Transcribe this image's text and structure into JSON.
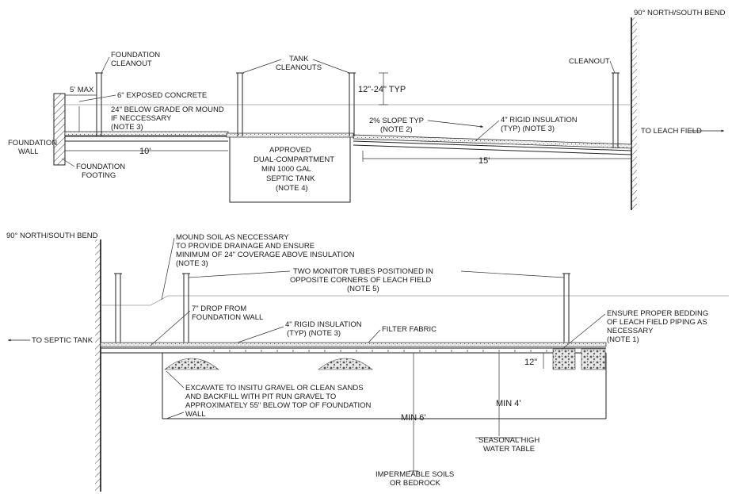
{
  "top_section": {
    "bend_label": "90° NORTH/SOUTH BEND",
    "foundation_cleanout": [
      "FOUNDATION",
      "CLEANOUT"
    ],
    "tank_cleanouts": [
      "TANK",
      "CLEANOUTS"
    ],
    "cleanout": "CLEANOUT",
    "five_max": "5' MAX",
    "exposed_concrete": "6\" EXPOSED CONCRETE",
    "below_grade": [
      "24\" BELOW GRADE OR MOUND",
      "IF NECCESSARY",
      "(NOTE 3)"
    ],
    "typ_depth": "12\"-24\" TYP",
    "slope": [
      "2% SLOPE TYP",
      "(NOTE 2)"
    ],
    "rigid_insulation": [
      "4\" RIGID INSULATION",
      "(TYP) (NOTE 3)"
    ],
    "to_leach_field": "TO LEACH FIELD",
    "foundation_wall": [
      "FOUNDATION",
      "WALL"
    ],
    "foundation_footing": [
      "FOUNDATION",
      "FOOTING"
    ],
    "ten_ft": "10'",
    "fifteen_ft": "15'",
    "tank": [
      "APPROVED",
      "DUAL-COMPARTMENT",
      "MIN 1000 GAL",
      "SEPTIC TANK",
      "(NOTE 4)"
    ]
  },
  "bottom_section": {
    "bend_label": "90° NORTH/SOUTH BEND",
    "mound_soil": [
      "MOUND SOIL AS NECCESSARY",
      "TO PROVIDE DRAINAGE AND ENSURE",
      "MINIMUM OF 24\" COVERAGE ABOVE INSULATION",
      "(NOTE 3)"
    ],
    "monitor_tubes": [
      "TWO MONITOR TUBES POSITIONED IN",
      "OPPOSITE CORNERS OF LEACH FIELD",
      "(NOTE 5)"
    ],
    "drop": [
      "7\" DROP FROM",
      "FOUNDATION WALL"
    ],
    "rigid_insulation": [
      "4\" RIGID INSULATION",
      "(TYP) (NOTE 3)"
    ],
    "filter_fabric": "FILTER FABRIC",
    "bedding": [
      "ENSURE PROPER BEDDING",
      "OF LEACH FIELD PIPING AS",
      "NECESSARY",
      "(NOTE 1)"
    ],
    "to_septic_tank": "TO SEPTIC TANK",
    "twelve_in": "12\"",
    "excavate": [
      "EXCAVATE TO INSITU GRAVEL OR CLEAN SANDS",
      "AND BACKFILL WITH PIT RUN GRAVEL TO",
      "APPROXIMATELY 55\" BELOW TOP OF FOUNDATION",
      "WALL"
    ],
    "min_six": "MIN 6'",
    "min_four": "MIN 4'",
    "seasonal": [
      "SEASONAL HIGH",
      "WATER TABLE"
    ],
    "impermeable": [
      "IMPERMEABLE SOILS",
      "OR BEDROCK"
    ]
  }
}
